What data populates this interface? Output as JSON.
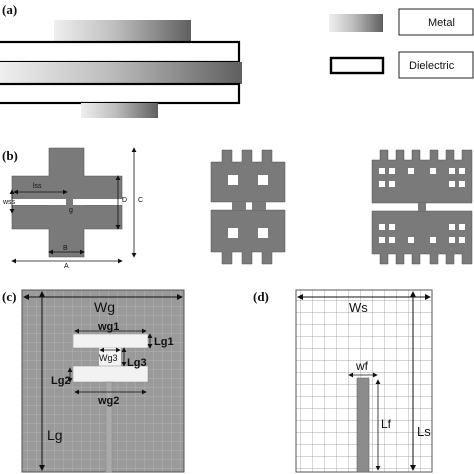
{
  "panels": {
    "a": "(a)",
    "b": "(b)",
    "c": "(c)",
    "d": "(d)"
  },
  "legend": {
    "metal": "Metal",
    "dielectric": "Dielectric"
  },
  "panel_b_dims": {
    "lss": "lss",
    "wss": "wss",
    "g": "g",
    "D": "D",
    "C": "C",
    "B": "B",
    "A": "A"
  },
  "panel_c_dims": {
    "Wg": "Wg",
    "wg1": "wg1",
    "Lg1": "Lg1",
    "Wg3": "Wg3",
    "Lg3": "Lg3",
    "Lg2": "Lg2",
    "wg2": "wg2",
    "Lg": "Lg"
  },
  "panel_d_dims": {
    "Ws": "Ws",
    "wf": "wf",
    "Lf": "Lf",
    "Ls": "Ls"
  },
  "colors": {
    "metal_light": "#e6e6e6",
    "metal_dark": "#6e6e6e",
    "ground_plane": "#9a9a9a",
    "grid_line": "#bdbdbd"
  }
}
